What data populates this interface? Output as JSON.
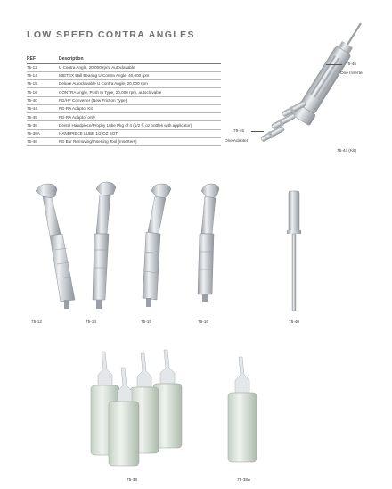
{
  "title": "LOW SPEED CONTRA ANGLES",
  "table": {
    "headers": [
      "REF",
      "Description"
    ],
    "rows": [
      {
        "ref": "75-12",
        "desc": "U Contra Angle, 20,000 rpm, Autoclavable"
      },
      {
        "ref": "75-14",
        "desc": "MIETEX Ball Bearing U Contra Angle, 40,000 rpm"
      },
      {
        "ref": "75-15",
        "desc": "Deluxe Autoclavable U Contra Angle, 20,000 rpm"
      },
      {
        "ref": "75-16",
        "desc": "CONTRA Angle, Push In Type, 20,000 rpm, autoclavable"
      },
      {
        "ref": "75-40",
        "desc": "FG/HF Converter (New Friction Type)"
      },
      {
        "ref": "75-44",
        "desc": "FG-RA Adaptor Kit"
      },
      {
        "ref": "75-45",
        "desc": "FG-RA Adaptor only"
      },
      {
        "ref": "75-38",
        "desc": "Dental Handpiece/Prophy Lube Pkg of 4 (1/2 fl. oz bottles with applicator)"
      },
      {
        "ref": "75-38A",
        "desc": "HANDPIECE LUBE 1/2 OZ BOT"
      },
      {
        "ref": "75-46",
        "desc": "FG Bur Removing/Inserting Tool (Inserters)"
      }
    ]
  },
  "callouts": {
    "inserter_ref": "75-46",
    "inserter_name": "One Inserter",
    "adapter_ref": "75-45",
    "adapter_name": "One Adapter",
    "kit_label": "75-44 (Kit)"
  },
  "product_labels": [
    "75-12",
    "75-14",
    "75-15",
    "75-16",
    "75-40",
    "75-38",
    "75-38A"
  ]
}
